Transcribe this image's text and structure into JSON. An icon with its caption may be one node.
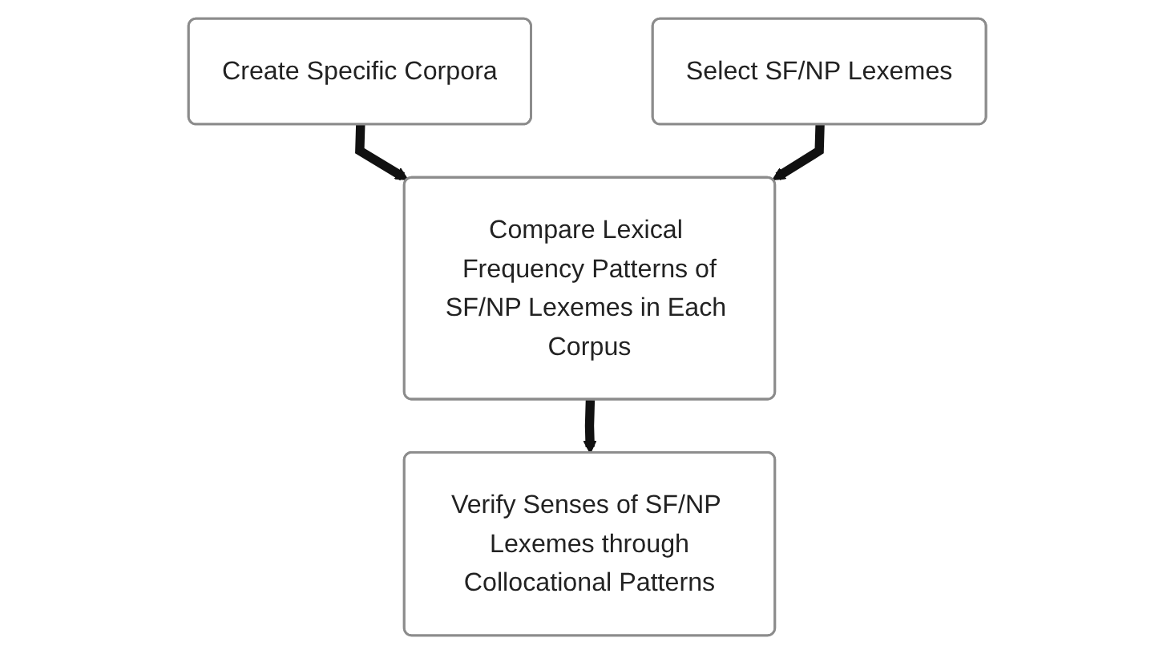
{
  "diagram": {
    "nodes": [
      {
        "text": [
          "Create Specific Corpora"
        ]
      },
      {
        "text": [
          "Select SF/NP Lexemes"
        ]
      },
      {
        "text": [
          "Compare Lexical Frequency Patterns of SF/NP Lexemes in Each Corpus"
        ]
      },
      {
        "text": [
          "Verify Senses of SF/NP Lexemes through Collocational Patterns"
        ]
      }
    ],
    "edges": [
      {
        "from": 0,
        "to": 2,
        "arrow": "to"
      },
      {
        "from": 1,
        "to": 2,
        "arrow": "to"
      },
      {
        "from": 2,
        "to": 3,
        "arrow": "to"
      }
    ]
  }
}
